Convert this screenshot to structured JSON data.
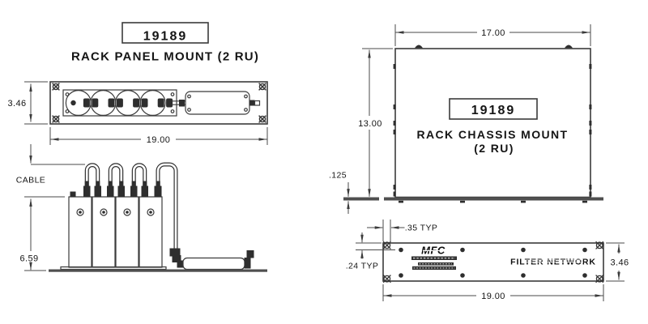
{
  "colors": {
    "background": "#ffffff",
    "line": "#3b3b3b",
    "text": "#151515"
  },
  "panel_mount_view": {
    "part_number": "19189",
    "title": "RACK PANEL MOUNT (2 RU)",
    "height": "3.46",
    "width": "19.00"
  },
  "side_view": {
    "cable_label": "CABLE",
    "height": "6.59"
  },
  "chassis_mount_view": {
    "width": "17.00",
    "height": "13.00",
    "part_number": "19189",
    "title_line1": "RACK CHASSIS MOUNT",
    "title_line2": "(2 RU)",
    "plate_thickness": ".125"
  },
  "front_panel_view": {
    "logo": "MFC",
    "product_label": "FILTER NETWORK",
    "hole_edge_offset": ".35 TYP",
    "hole_top_offset": ".24 TYP",
    "height": "3.46",
    "width": "19.00"
  }
}
